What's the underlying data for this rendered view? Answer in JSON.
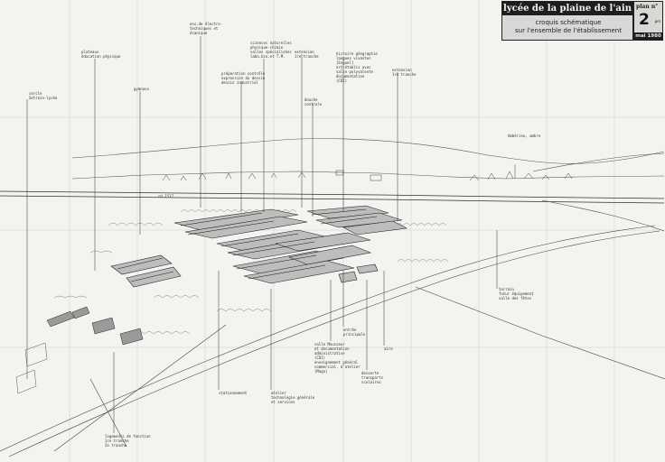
{
  "title": {
    "main": "lycée de la plaine de l'ain",
    "subtitle_line1": "croquis schématique",
    "subtitle_line2": "sur l'ensemble de l'établissement"
  },
  "plan": {
    "label": "plan n°",
    "number": "2",
    "small": "pm",
    "date": "mai 1980"
  },
  "labels": {
    "cercle": "cercle\nSetrain-lycée",
    "platelets": "plateaux\néducation physique",
    "gymnase": "gymnase",
    "ens_elec": "ens.de électro-\ntechniques et\nécanique",
    "prep": "préparation contrôle\nexpression du dessin\ndessin industriel",
    "sciences": "sciences naturelles\nphysique-chimie\nsalles spécialisées\nlabo.bio.et T.M.",
    "extension1": "extension\n1re tranche",
    "douche": "douche\ncentrale",
    "histoire": "histoire géographie\nlangues vivantes\n[Enguel]\nart-établis avec\nsalle polyvalente\ndocumentation\n(CDI)",
    "extension2": "extension\n1re tranche",
    "ambronay": "Ambérieu, ambre",
    "rd": "rd 1517",
    "terrain": "terrain\nfutur équipement\nsalle des fêtes",
    "entree": "entrée\nprincipale",
    "ateliers": "salle Mousseur\net documentation\nadministrative\n(CDI)\nenseignement général\ncommercial, d'atelier\n[Magn]",
    "aire": "aire",
    "dessertes": "desserte\ntransports\nscolaires",
    "stationnement": "stationnement",
    "atelier_tech": "atelier\ntechnologie générale\net services",
    "logements": "logements de fonction\n1re tranche\n2e tranche"
  }
}
